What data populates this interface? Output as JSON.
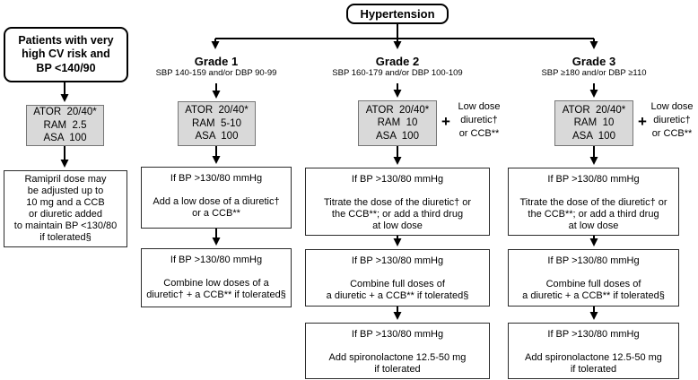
{
  "flowchart": {
    "title": "Hypertension",
    "plus_sign": "+",
    "left": {
      "entry_lines": [
        "Patients with very",
        "high CV risk and",
        "BP <140/90"
      ],
      "rx_lines": [
        "ATOR  20/40*",
        "RAM  2.5",
        "ASA  100"
      ],
      "note_lines": [
        "Ramipril dose may",
        "be adjusted up to",
        "10 mg and a CCB",
        "or diuretic added",
        "to maintain BP <130/80",
        "if tolerated§"
      ]
    },
    "grades": [
      {
        "name": "Grade 1",
        "criteria": "SBP 140-159 and/or DBP 90-99",
        "rx_lines": [
          "ATOR  20/40*",
          "RAM  5-10",
          "ASA  100"
        ],
        "steps": [
          {
            "condition": "If BP >130/80 mmHg",
            "action_lines": [
              "Add a low dose of a diuretic†",
              "or a CCB**"
            ]
          },
          {
            "condition": "If BP >130/80 mmHg",
            "action_lines": [
              "Combine low doses of a",
              "diuretic† + a CCB** if tolerated§"
            ]
          }
        ]
      },
      {
        "name": "Grade 2",
        "criteria": "SBP 160-179 and/or DBP 100-109",
        "rx_lines": [
          "ATOR  20/40*",
          "RAM  10",
          "ASA  100"
        ],
        "addon_lines": [
          "Low dose",
          "diuretic†",
          "or CCB**"
        ],
        "steps": [
          {
            "condition": "If BP >130/80 mmHg",
            "action_lines": [
              "Titrate the dose of the diuretic† or",
              "the CCB**; or add a third drug",
              "at low dose"
            ]
          },
          {
            "condition": "If BP >130/80 mmHg",
            "action_lines": [
              "Combine full doses of",
              "a diuretic + a CCB** if tolerated§"
            ]
          },
          {
            "condition": "If BP >130/80 mmHg",
            "action_lines": [
              "Add spironolactone 12.5-50 mg",
              "if tolerated"
            ]
          }
        ]
      },
      {
        "name": "Grade 3",
        "criteria": "SBP ≥180 and/or DBP ≥110",
        "rx_lines": [
          "ATOR  20/40*",
          "RAM  10",
          "ASA  100"
        ],
        "addon_lines": [
          "Low dose",
          "diuretic†",
          "or CCB**"
        ],
        "steps": [
          {
            "condition": "If BP >130/80 mmHg",
            "action_lines": [
              "Titrate the dose of the diuretic† or",
              "the CCB**; or add a third drug",
              "at low dose"
            ]
          },
          {
            "condition": "If BP >130/80 mmHg",
            "action_lines": [
              "Combine full doses of",
              "a diuretic + a CCB** if tolerated§"
            ]
          },
          {
            "condition": "If BP >130/80 mmHg",
            "action_lines": [
              "Add spironolactone 12.5-50 mg",
              "if tolerated"
            ]
          }
        ]
      }
    ]
  }
}
